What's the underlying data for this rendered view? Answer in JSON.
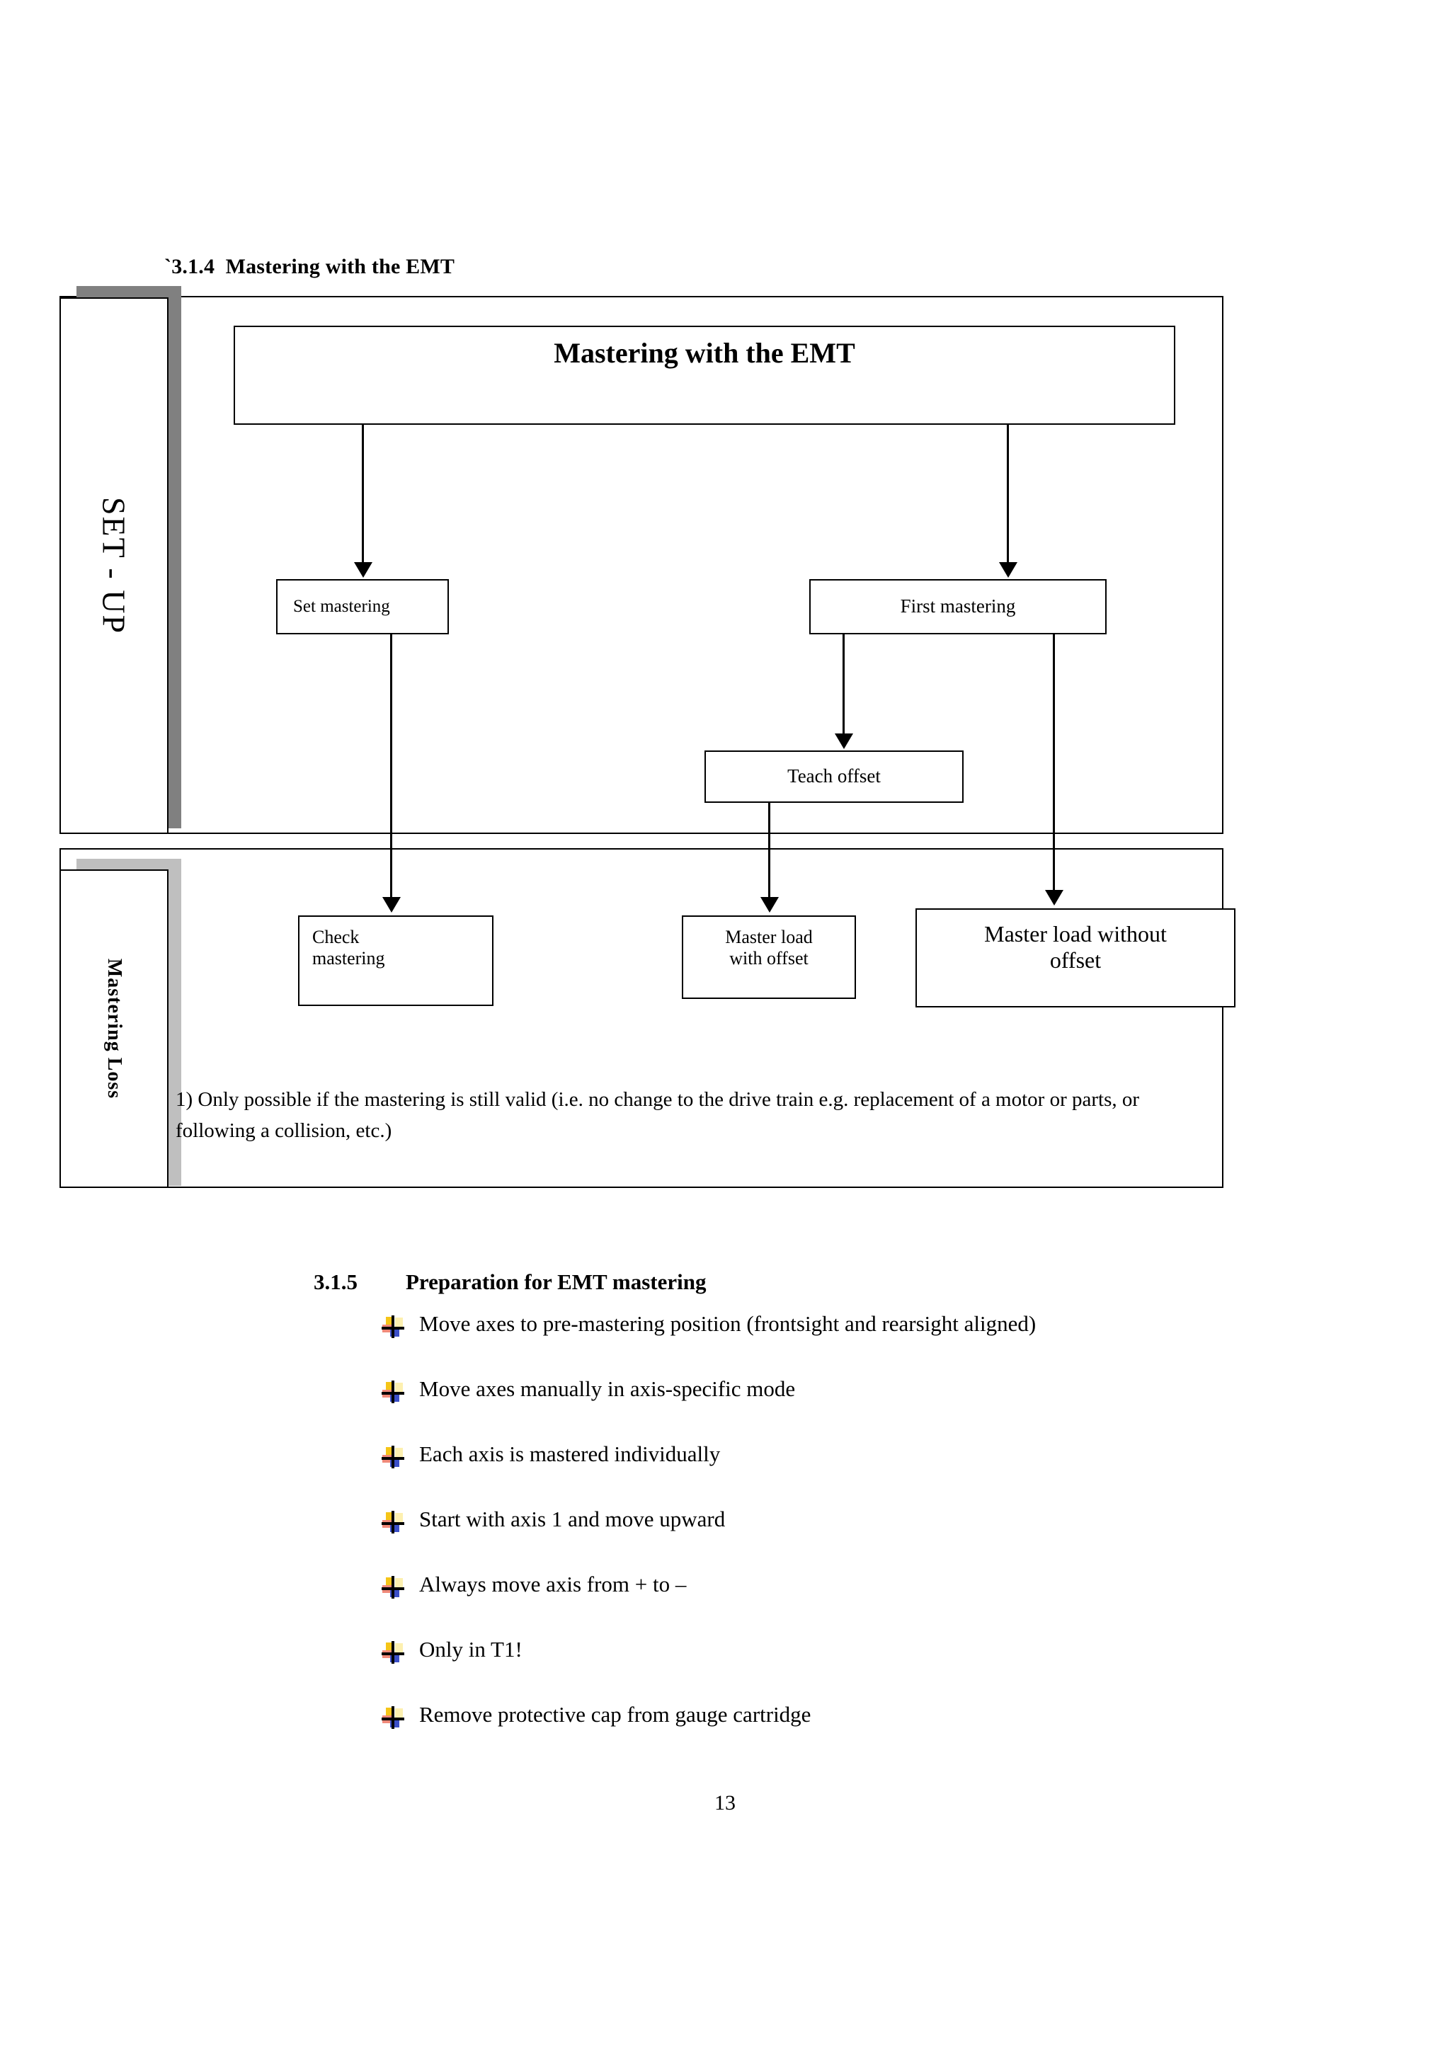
{
  "document": {
    "page_number": "13"
  },
  "section_314": {
    "heading": "`3.1.4  Mastering with the EMT",
    "diagram": {
      "title": "Mastering with the EMT",
      "bands": [
        {
          "label": "SET - UP"
        },
        {
          "label": "Mastering Loss"
        }
      ],
      "nodes": [
        {
          "id": "set-mastering",
          "label": "Set mastering"
        },
        {
          "id": "first-mastering",
          "label": "First mastering"
        },
        {
          "id": "teach-offset",
          "label": "Teach offset"
        },
        {
          "id": "check-mastering",
          "label": "Check\nmastering"
        },
        {
          "id": "master-load-with-offset",
          "label": "Master load\nwith offset"
        },
        {
          "id": "master-load-without-offset",
          "label": "Master load without\noffset"
        }
      ],
      "footnote": "1) Only possible if the mastering is still valid (i.e. no change to the drive train e.g. replacement of a motor or parts, or following a collision, etc.)"
    }
  },
  "section_315": {
    "number": "3.1.5",
    "title": "Preparation for EMT mastering",
    "bullets": [
      "Move axes to pre-mastering position (frontsight and rearsight aligned)",
      "Move axes manually in axis-specific mode",
      "Each axis is mastered individually",
      "Start with axis 1 and move upward",
      "Always move axis from + to –",
      "Only in T1!",
      "Remove protective cap from gauge cartridge"
    ]
  },
  "colors": {
    "text": "#000000",
    "border": "#000000",
    "shadow_dark": "#808080",
    "shadow_light": "#bfbfbf",
    "bullet_yellow": "#f5c518",
    "bullet_pale_yellow": "#fdf0b0",
    "bullet_red": "#f08a7a",
    "bullet_blue": "#3b4fc8"
  }
}
